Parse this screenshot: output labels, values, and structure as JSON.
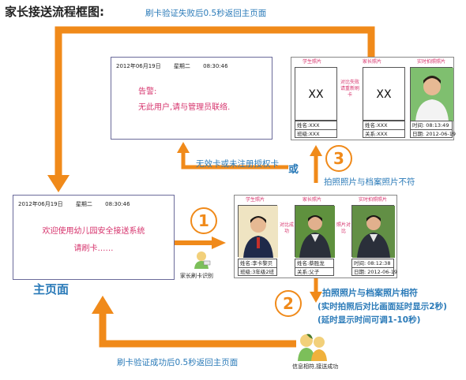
{
  "title": "家长接送流程框图:",
  "top_label": "刷卡验证失败后0.5秒返回主页面",
  "bottom_label": "刷卡验证成功后0.5秒返回主页面",
  "invalid_card_label": "无效卡或未注册授权卡",
  "or_label": "或",
  "mismatch_label": "拍照照片与档案照片不符",
  "match_label": "拍照照片与档案照片相符",
  "match_note_1": "(实时拍照后对比画面延时显示2秒)",
  "match_note_2": "(延时显示时间可调1-10秒)",
  "main_page_label": "主页面",
  "step_numbers": [
    "1",
    "2",
    "3"
  ],
  "colors": {
    "arrow": "#f08a1a",
    "blue_text": "#2a7ab8",
    "alert_text": "#d6336c"
  },
  "alert_screen": {
    "date": "2012年06月19日",
    "weekday": "星期二",
    "time": "08:30:46",
    "line1": "告警:",
    "line2": "无此用户,请与管理员联络."
  },
  "main_screen": {
    "date": "2012年06月19日",
    "weekday": "星期二",
    "time": "08:30:46",
    "line1": "欢迎使用幼儿园安全接送系统",
    "line2": "请刷卡……"
  },
  "card_caption": "家长刷卡识别",
  "success_caption": "信息相符,接送成功",
  "fail_panel": {
    "student_title": "学生照片",
    "parent_title": "家长照片",
    "live_title": "实时拍照照片",
    "student_photo": "XX",
    "parent_photo": "XX",
    "compare_note": "对比失败请重新刷卡",
    "student_name": "姓名:XXX",
    "student_class": "班级:XXX",
    "parent_name": "姓名:XXX",
    "parent_relation": "关系:XXX",
    "live_time": "时间: 08:13:49",
    "live_date": "日期: 2012-06-19"
  },
  "ok_panel": {
    "student_title": "学生照片",
    "parent_title": "家长照片",
    "live_title": "实时拍照照片",
    "compare_note_1": "对比成功",
    "compare_note_2": "照片对比",
    "student_name": "姓名:李卡黎贝",
    "student_class": "班级:3年级2班",
    "parent_name": "姓名:蔡胜龙",
    "parent_relation": "关系:父子",
    "live_time": "时间: 08:12:38",
    "live_date": "日期: 2012-06-19"
  }
}
